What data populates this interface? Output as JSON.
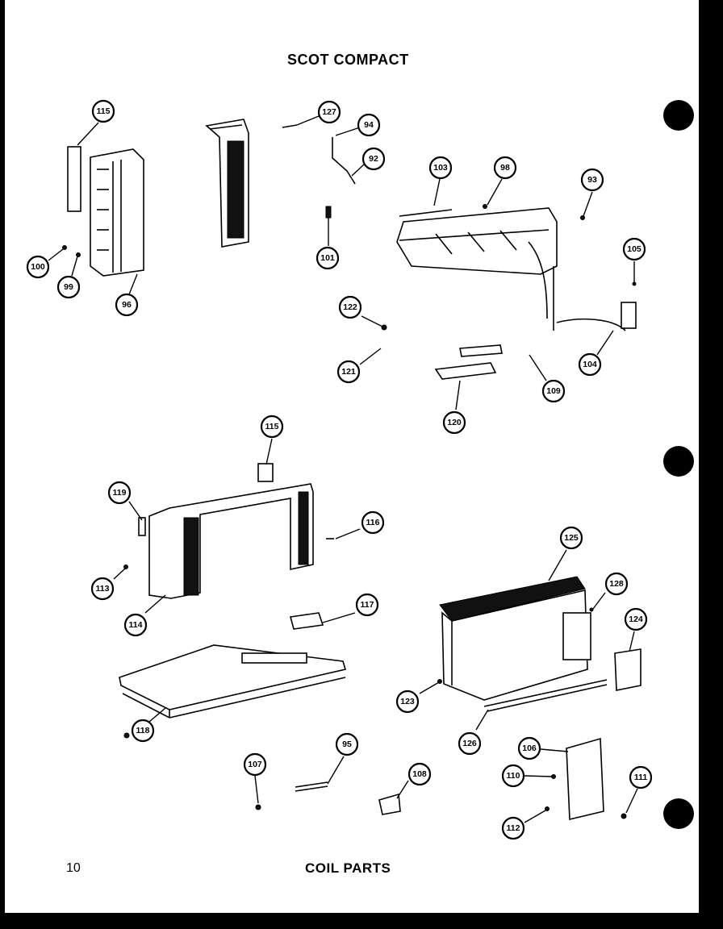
{
  "header": {
    "title": "SCOT COMPACT"
  },
  "footer": {
    "page_number": "10",
    "section_title": "COIL PARTS"
  },
  "callouts": [
    {
      "label": "115"
    },
    {
      "label": "127"
    },
    {
      "label": "94"
    },
    {
      "label": "92"
    },
    {
      "label": "101"
    },
    {
      "label": "100"
    },
    {
      "label": "99"
    },
    {
      "label": "96"
    },
    {
      "label": "103"
    },
    {
      "label": "98"
    },
    {
      "label": "93"
    },
    {
      "label": "105"
    },
    {
      "label": "122"
    },
    {
      "label": "121"
    },
    {
      "label": "120"
    },
    {
      "label": "109"
    },
    {
      "label": "104"
    },
    {
      "label": "115"
    },
    {
      "label": "119"
    },
    {
      "label": "116"
    },
    {
      "label": "113"
    },
    {
      "label": "114"
    },
    {
      "label": "117"
    },
    {
      "label": "118"
    },
    {
      "label": "125"
    },
    {
      "label": "128"
    },
    {
      "label": "124"
    },
    {
      "label": "123"
    },
    {
      "label": "126"
    },
    {
      "label": "107"
    },
    {
      "label": "95"
    },
    {
      "label": "108"
    },
    {
      "label": "106"
    },
    {
      "label": "110"
    },
    {
      "label": "111"
    },
    {
      "label": "112"
    }
  ]
}
